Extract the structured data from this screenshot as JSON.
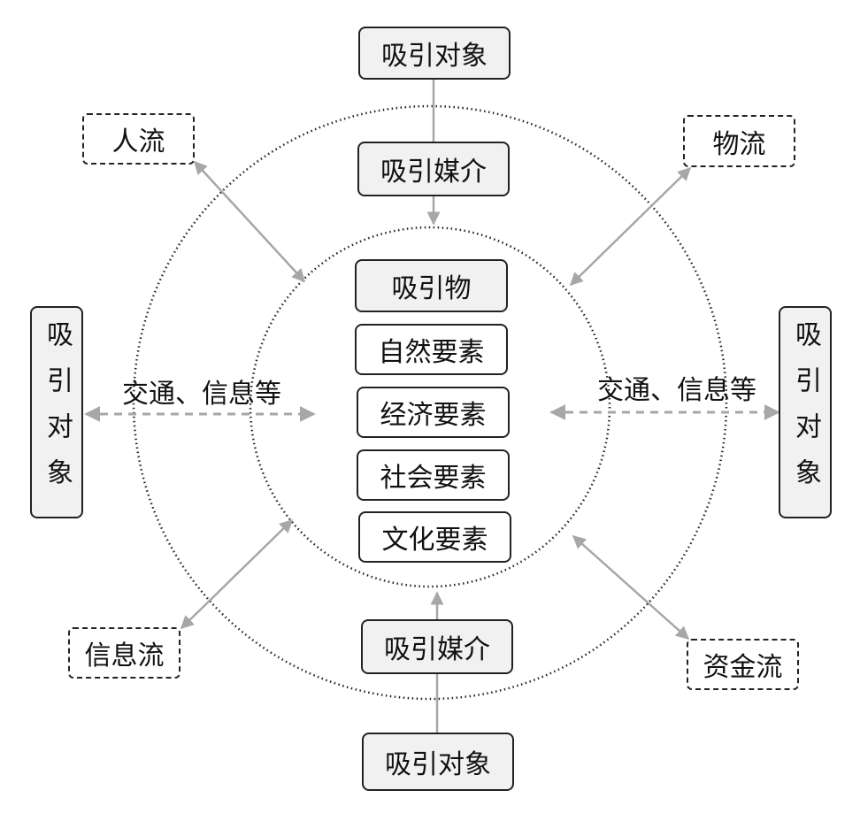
{
  "attraction_object_top": "吸引对象",
  "attraction_object_bottom": "吸引对象",
  "attraction_object_left": "吸引对象",
  "attraction_object_right": "吸引对象",
  "medium_top": "吸引媒介",
  "medium_bottom": "吸引媒介",
  "attraction_core": "吸引物",
  "elements": [
    "自然要素",
    "经济要素",
    "社会要素",
    "文化要素"
  ],
  "flows": {
    "people": "人流",
    "logistics": "物流",
    "information": "信息流",
    "capital": "资金流"
  },
  "transport_left": "交通、信息等",
  "transport_right": "交通、信息等"
}
